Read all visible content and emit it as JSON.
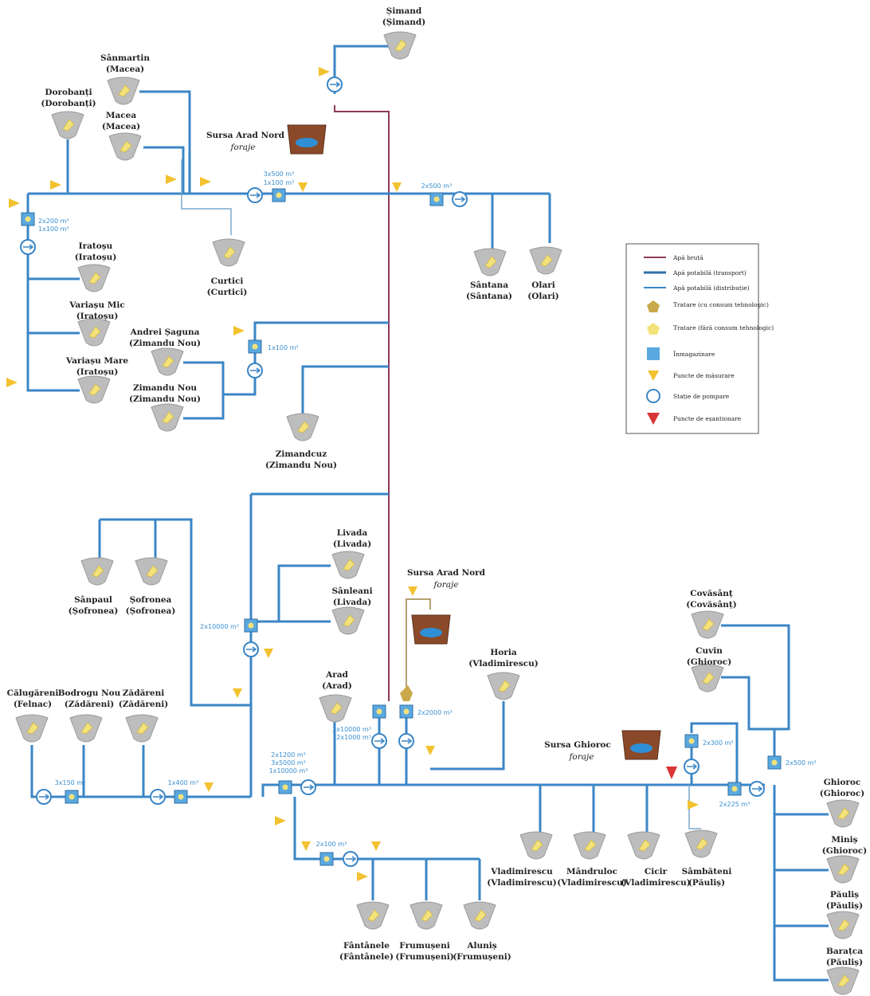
{
  "colors": {
    "potable": "#3b86c6",
    "raw": "#8e3a5a",
    "tank": "#5aa8e0",
    "measure": "#f2c230",
    "sampling": "#d93535",
    "village": "#bdbdbd"
  },
  "settlements": [
    {
      "line1": "Șimand",
      "line2": "(Șimand)"
    },
    {
      "line1": "Sânmartin",
      "line2": "(Macea)"
    },
    {
      "line1": "Macea",
      "line2": "(Macea)"
    },
    {
      "line1": "Dorobanți",
      "line2": "(Dorobanți)"
    },
    {
      "line1": "Curtici",
      "line2": "(Curtici)"
    },
    {
      "line1": "Sântana",
      "line2": "(Sântana)"
    },
    {
      "line1": "Olari",
      "line2": "(Olari)"
    },
    {
      "line1": "Iratoșu",
      "line2": "(Iratoșu)"
    },
    {
      "line1": "Variașu Mic",
      "line2": "(Iratoșu)"
    },
    {
      "line1": "Variașu Mare",
      "line2": "(Iratoșu)"
    },
    {
      "line1": "Andrei Șaguna",
      "line2": "(Zimandu Nou)"
    },
    {
      "line1": "Zimandu Nou",
      "line2": "(Zimandu Nou)"
    },
    {
      "line1": "Zimandcuz",
      "line2": "(Zimandu Nou)"
    },
    {
      "line1": "Livada",
      "line2": "(Livada)"
    },
    {
      "line1": "Sânleani",
      "line2": "(Livada)"
    },
    {
      "line1": "Sânpaul",
      "line2": "(Șofronea)"
    },
    {
      "line1": "Șofronea",
      "line2": "(Șofronea)"
    },
    {
      "line1": "Arad",
      "line2": "(Arad)"
    },
    {
      "line1": "Horia",
      "line2": "(Vladimirescu)"
    },
    {
      "line1": "Covăsânț",
      "line2": "(Covăsânț)"
    },
    {
      "line1": "Cuvin",
      "line2": "(Ghioroc)"
    },
    {
      "line1": "Călugăreni",
      "line2": "(Felnac)"
    },
    {
      "line1": "Bodrogu Nou",
      "line2": "(Zădăreni)"
    },
    {
      "line1": "Zădăreni",
      "line2": "(Zădăreni)"
    },
    {
      "line1": "Vladimirescu",
      "line2": "(Vladimirescu)"
    },
    {
      "line1": "Mândruloc",
      "line2": "(Vladimirescu)"
    },
    {
      "line1": "Cicir",
      "line2": "(Vladimirescu)"
    },
    {
      "line1": "Sâmbăteni",
      "line2": "(Păuliș)"
    },
    {
      "line1": "Ghioroc",
      "line2": "(Ghioroc)"
    },
    {
      "line1": "Miniș",
      "line2": "(Ghioroc)"
    },
    {
      "line1": "Păuliș",
      "line2": "(Păuliș)"
    },
    {
      "line1": "Barațca",
      "line2": "(Păuliș)"
    },
    {
      "line1": "Fântânele",
      "line2": "(Fântânele)"
    },
    {
      "line1": "Frumușeni",
      "line2": "(Frumușeni)"
    },
    {
      "line1": "Aluniș",
      "line2": "(Frumușeni)"
    }
  ],
  "sources": [
    {
      "name": "Sursa Arad Nord",
      "sub": "foraje"
    },
    {
      "name": "Sursa Arad Nord",
      "sub": "foraje"
    },
    {
      "name": "Sursa Ghioroc",
      "sub": "foraje"
    }
  ],
  "capacities": [
    "3x500 m³",
    "1x100 m³",
    "2x500 m³",
    "2x200 m³",
    "1x100 m³",
    "1x100 m³",
    "2x10000 m³",
    "2x10000 m³",
    "2x1000 m³",
    "2x2000 m³",
    "2x1200 m³",
    "3x5000 m³",
    "1x10000 m³",
    "3x150 m³",
    "1x400 m³",
    "2x100 m³",
    "2x300 m³",
    "2x225 m³",
    "2x500 m³"
  ],
  "legend": [
    {
      "icon": "raw-water-line-icon",
      "label": "Apă brută"
    },
    {
      "icon": "transport-line-icon",
      "label": "Apă potabilă (transport)"
    },
    {
      "icon": "distribution-line-icon",
      "label": "Apă potabilă (distribuție)"
    },
    {
      "icon": "treatment-icon",
      "label": "Tratare (cu consum tehnologic)"
    },
    {
      "icon": "treatment-light-icon",
      "label": "Tratare (fără consum tehnologic)"
    },
    {
      "icon": "storage-icon",
      "label": "Înmagazinare"
    },
    {
      "icon": "measure-point-icon",
      "label": "Puncte de măsurare"
    },
    {
      "icon": "pump-station-icon",
      "label": "Stație de pompare"
    },
    {
      "icon": "sampling-point-icon",
      "label": "Puncte de eșantionare"
    }
  ]
}
